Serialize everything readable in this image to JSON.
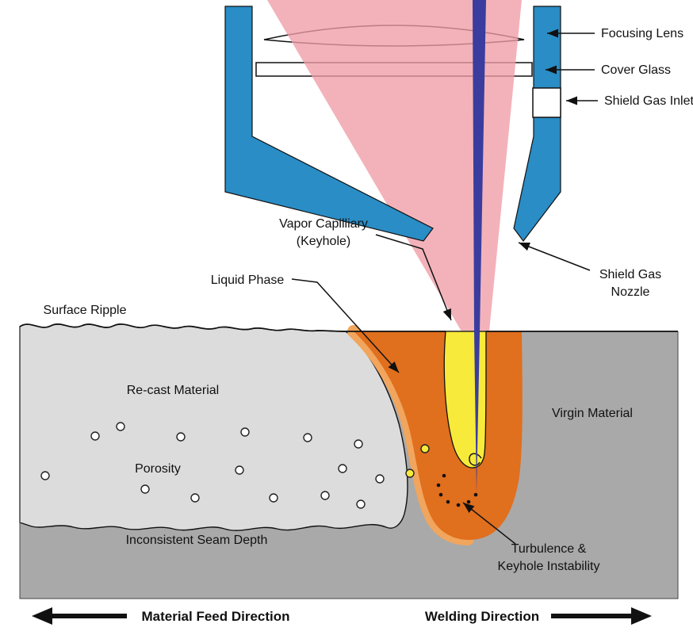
{
  "labels": {
    "focusing_lens": "Focusing Lens",
    "cover_glass": "Cover Glass",
    "shield_gas_inlet": "Shield Gas Inlet",
    "shield_gas_nozzle": [
      "Shield Gas",
      "Nozzle"
    ],
    "vapor_capillary": [
      "Vapor Capilliary",
      "(Keyhole)"
    ],
    "liquid_phase": "Liquid Phase",
    "surface_ripple": "Surface Ripple",
    "recast_material": "Re-cast Material",
    "porosity": "Porosity",
    "virgin_material": "Virgin Material",
    "inconsistent_seam_depth": "Inconsistent Seam Depth",
    "turbulence": [
      "Turbulence &",
      "Keyhole Instability"
    ],
    "material_feed_direction": "Material Feed Direction",
    "welding_direction": "Welding Direction"
  },
  "colors": {
    "nozzle_blue": "#2a8dc5",
    "beam_pink": "#f09ca6",
    "beam_core_blue": "#3a3d9e",
    "melt_orange": "#e06f1e",
    "melt_orange_light": "#f2a55d",
    "keyhole_yellow": "#f7ea3a",
    "recast_gray": "#dcdcdc",
    "virgin_gray": "#a9a9a9",
    "outline": "#111111"
  }
}
